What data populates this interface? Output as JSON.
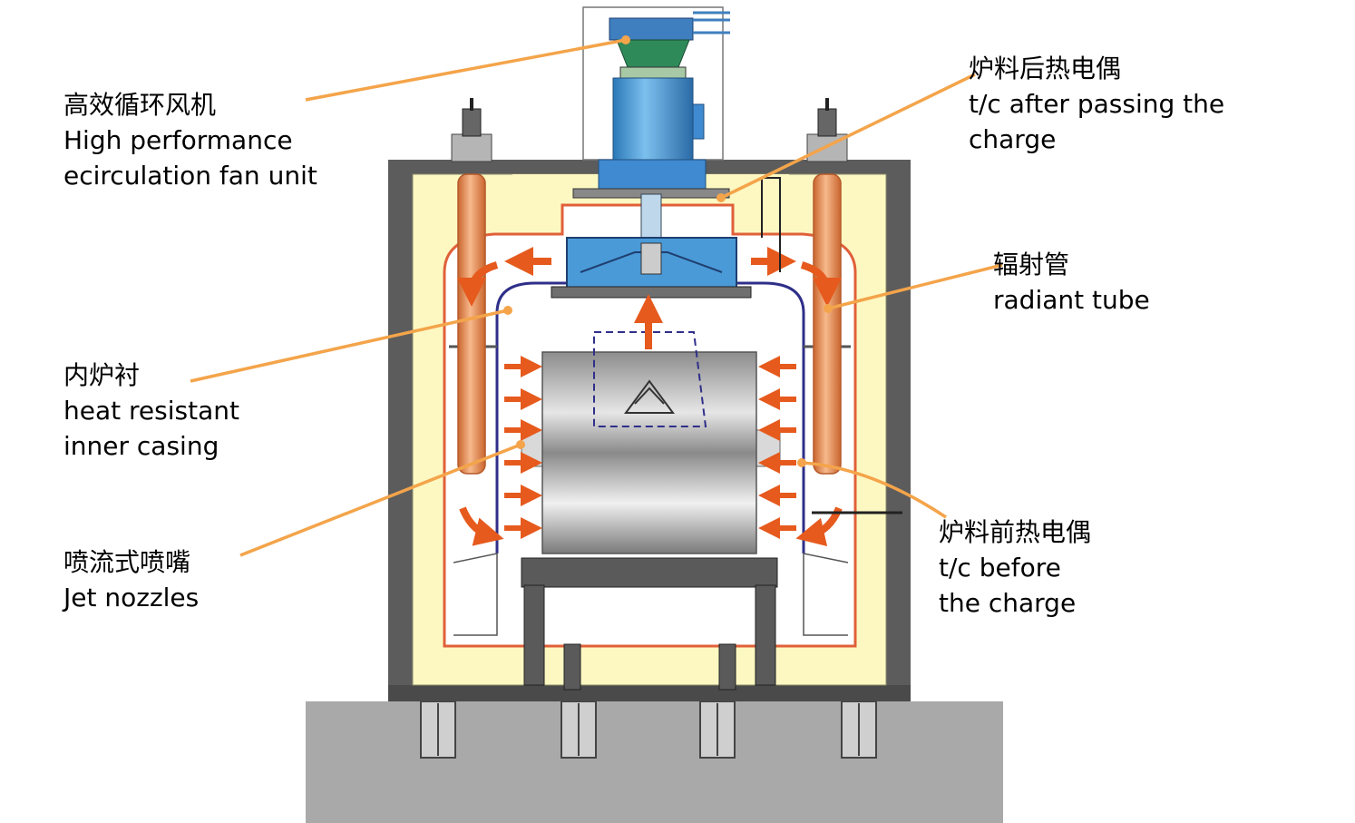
{
  "labels": {
    "fan_unit": {
      "zh": "高效循环风机",
      "en_line1": "High performance",
      "en_line2": "ecirculation  fan unit"
    },
    "tc_after": {
      "zh": "炉料后热电偶",
      "en_line1": "t/c after passing the",
      "en_line2": "charge"
    },
    "radiant_tube": {
      "zh": "辐射管",
      "en_line1": "radiant tube"
    },
    "inner_casing": {
      "zh": "内炉衬",
      "en_line1": "heat resistant",
      "en_line2": "inner casing"
    },
    "jet_nozzles": {
      "zh": "喷流式喷嘴",
      "en_line1": "Jet nozzles"
    },
    "tc_before": {
      "zh": "炉料前热电偶",
      "en_line1": "t/c before",
      "en_line2": "the charge"
    }
  },
  "colors": {
    "leader_line": "#f4a44a",
    "insulation": "#fdf8c2",
    "steel_wall": "#5c5c5c",
    "foundation": "#a9a9a9",
    "fan_motor": "#3f9ad6",
    "fan_mount": "#2f8a5a",
    "radiant_tube": "#e9874e",
    "inner_casing": "#2f2f8a",
    "air_arrow": "#e65a1e",
    "charge_coil": "#9a9a9a"
  }
}
